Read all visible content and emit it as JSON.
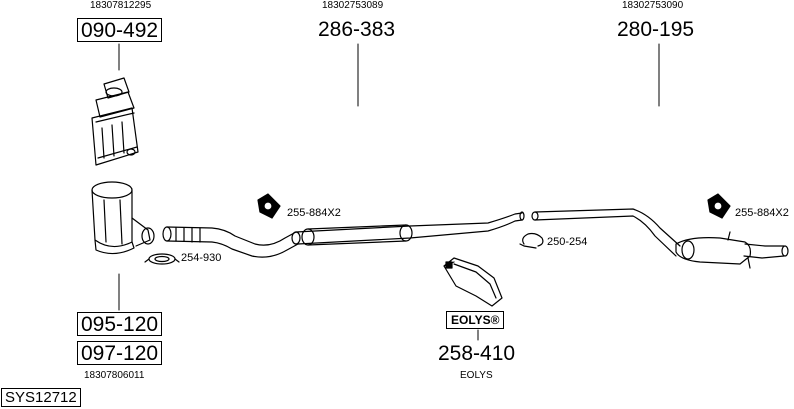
{
  "labels": {
    "oem_top_left": "18307812295",
    "part_top_left": "090-492",
    "oem_top_mid": "18302753089",
    "part_top_mid": "286-383",
    "oem_top_right": "18302753090",
    "part_top_right": "280-195",
    "part_gasket_left": "255-884X2",
    "part_gasket_right": "255-884X2",
    "part_clamp_left": "254-930",
    "part_clamp_mid": "250-254",
    "part_bottom_1": "095-120",
    "part_bottom_2": "097-120",
    "oem_bottom_left": "18307806011",
    "eolys_box": "EOLYS®",
    "part_eolys": "258-410",
    "eolys_caption": "EOLYS",
    "sys_code": "SYS12712"
  }
}
